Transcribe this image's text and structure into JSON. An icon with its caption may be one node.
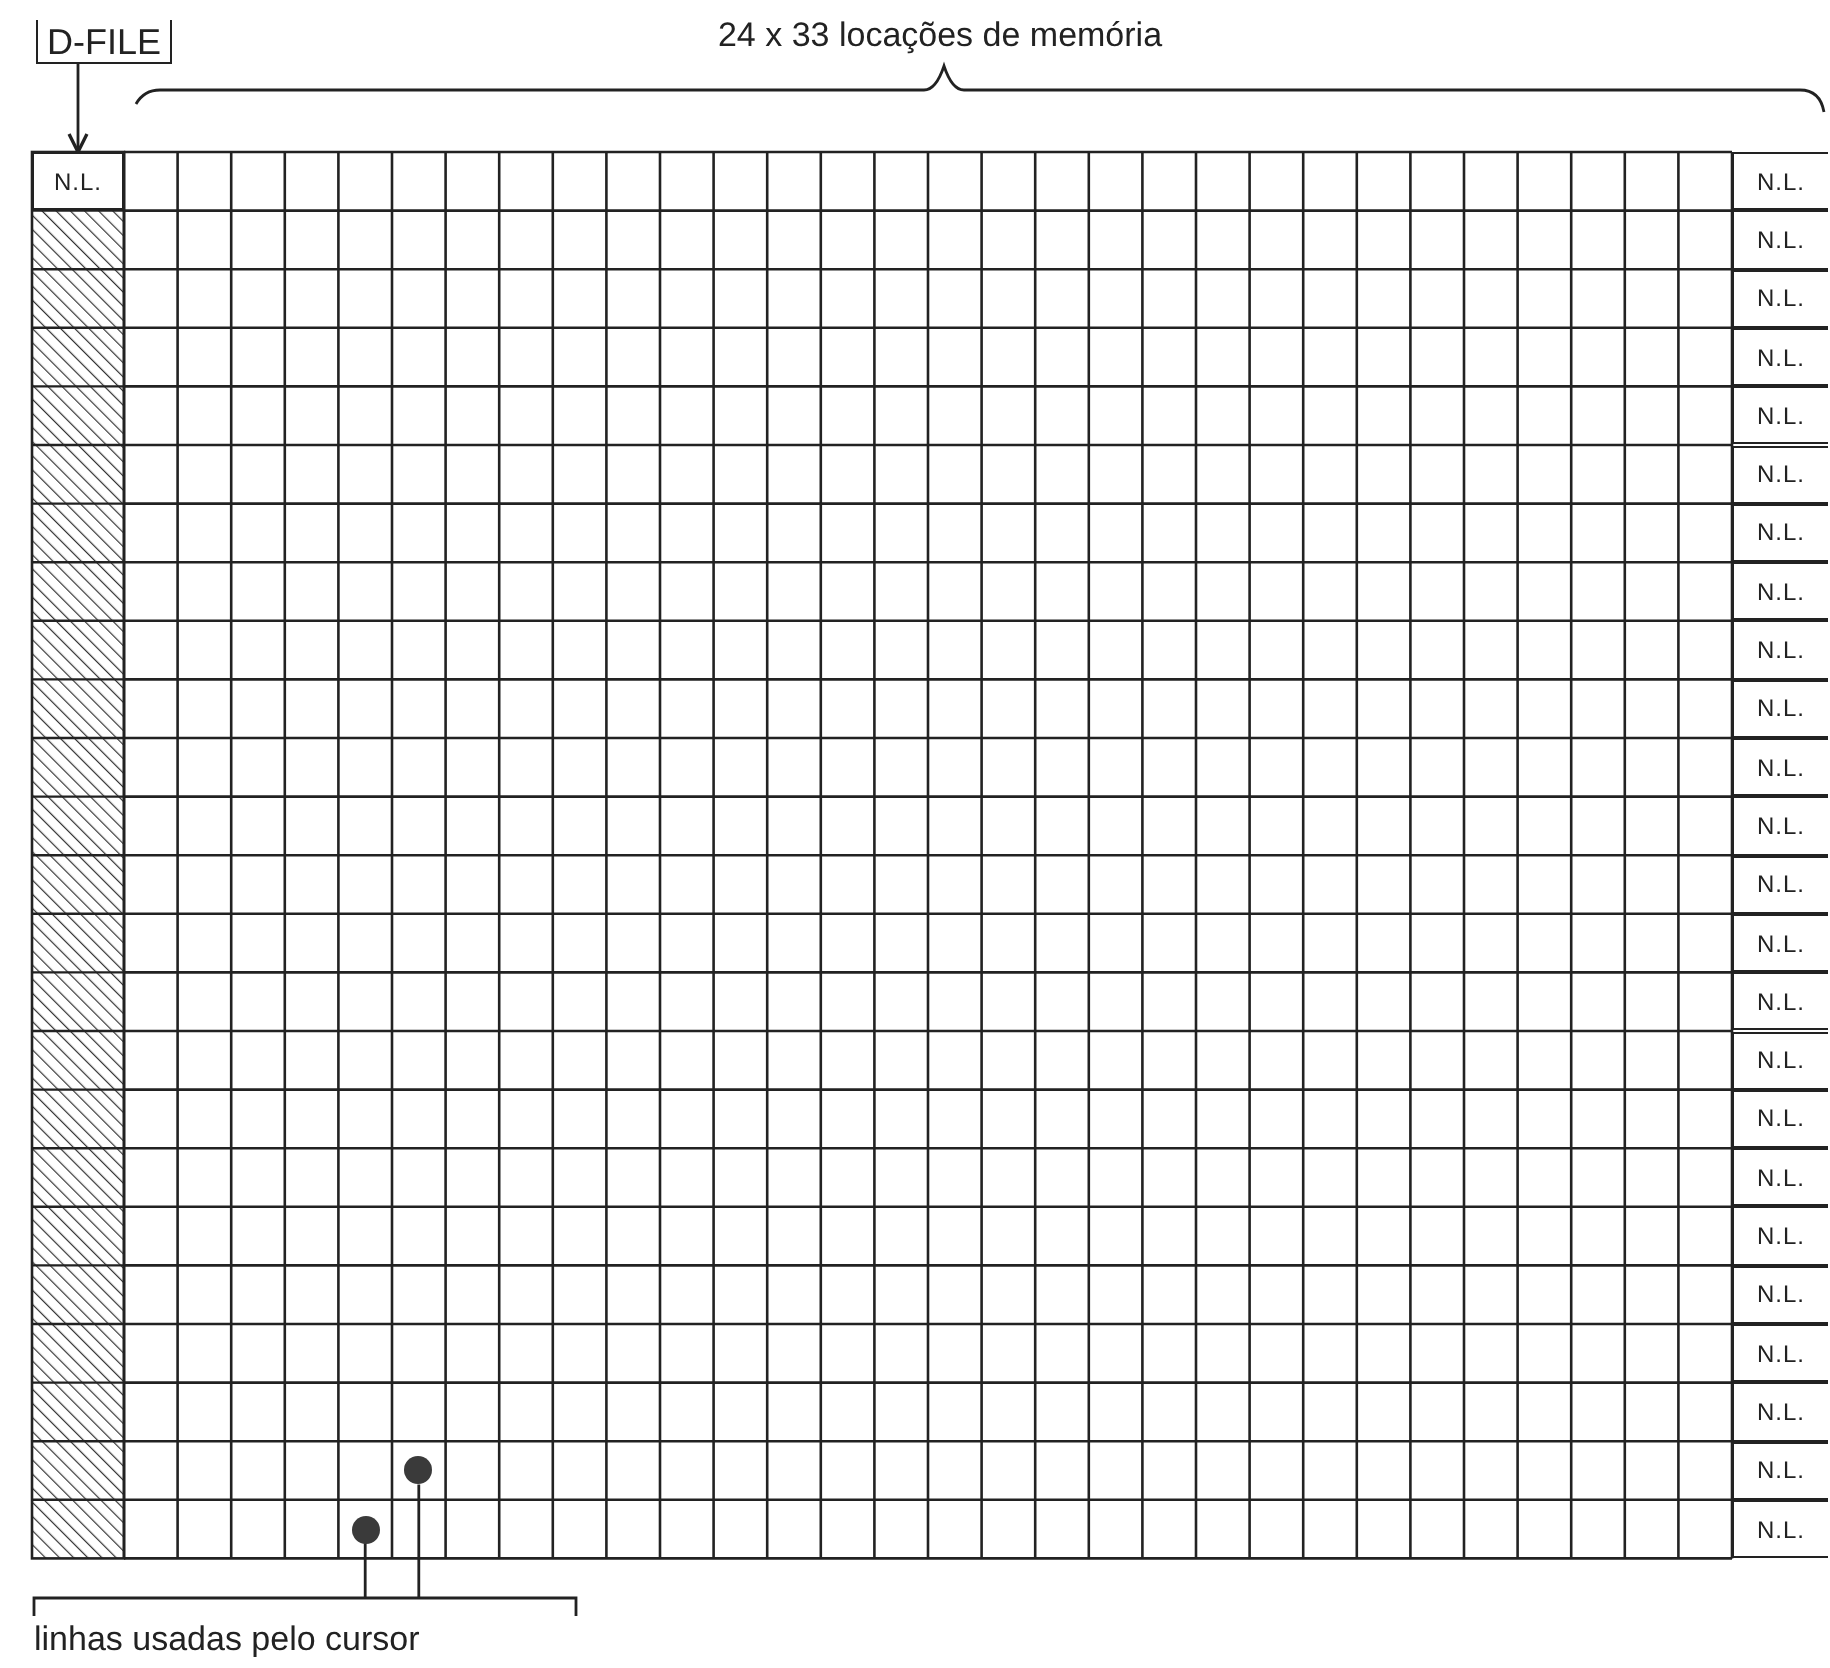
{
  "diagram": {
    "nodes": [
      {
        "text": [
          "D-FILE"
        ]
      },
      {
        "text": [
          "N.L."
        ]
      },
      {
        "text": [
          "N.L."
        ]
      },
      {
        "text": [
          "N.L."
        ]
      },
      {
        "text": [
          "N.L."
        ]
      },
      {
        "text": [
          "N.L."
        ]
      },
      {
        "text": [
          "N.L."
        ]
      },
      {
        "text": [
          "N.L."
        ]
      },
      {
        "text": [
          "N.L."
        ]
      },
      {
        "text": [
          "N.L."
        ]
      },
      {
        "text": [
          "N.L."
        ]
      },
      {
        "text": [
          "N.L."
        ]
      },
      {
        "text": [
          "N.L."
        ]
      },
      {
        "text": [
          "N.L."
        ]
      },
      {
        "text": [
          "N.L."
        ]
      },
      {
        "text": [
          "N.L."
        ]
      },
      {
        "text": [
          "N.L."
        ]
      },
      {
        "text": [
          "N.L."
        ]
      },
      {
        "text": [
          "N.L."
        ]
      },
      {
        "text": [
          "N.L."
        ]
      },
      {
        "text": [
          "N.L."
        ]
      },
      {
        "text": [
          "N.L."
        ]
      },
      {
        "text": [
          "N.L."
        ]
      },
      {
        "text": [
          "N.L."
        ]
      },
      {
        "text": [
          "N.L."
        ]
      },
      {
        "text": [
          "N.L."
        ]
      },
      {
        "text": [],
        "shape": "circle"
      },
      {
        "text": [],
        "shape": "circle"
      },
      {
        "text": [
          "linhas usadas pelo cursor"
        ]
      }
    ],
    "edges": [
      {
        "from": 0,
        "to": 1,
        "arrow": "to"
      },
      {
        "from": 28,
        "to": 26,
        "arrow": "none"
      },
      {
        "from": 28,
        "to": 27,
        "arrow": "none"
      }
    ],
    "labels": [
      "24 x 33 locações de memória"
    ]
  }
}
